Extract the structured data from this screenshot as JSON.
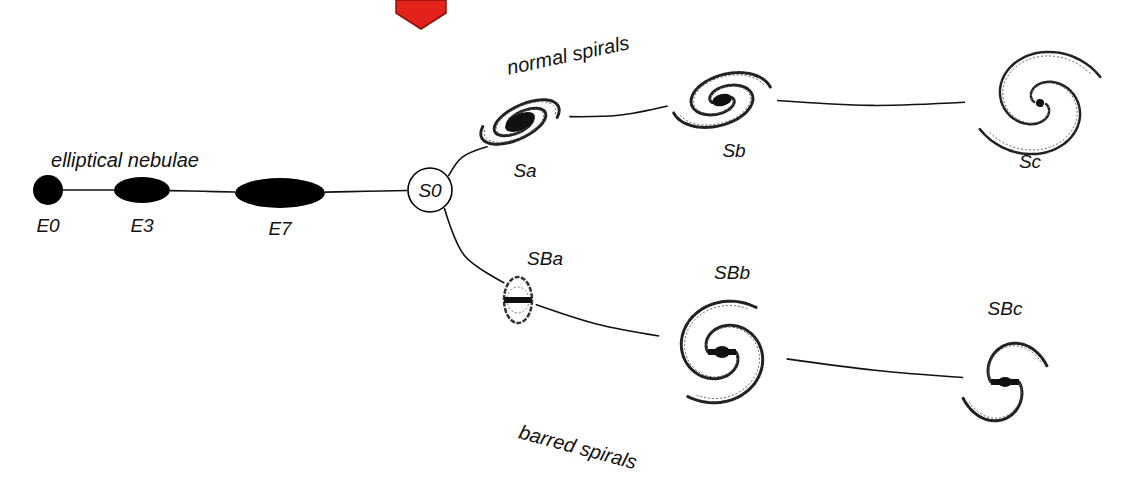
{
  "diagram": {
    "nodes": [
      {
        "text": [
          "E0"
        ]
      },
      {
        "text": [
          "E3"
        ]
      },
      {
        "text": [
          "E7"
        ]
      },
      {
        "text": [
          "S0"
        ]
      },
      {
        "text": [
          "Sa"
        ]
      },
      {
        "text": [
          "Sb"
        ]
      },
      {
        "text": [
          "Sc"
        ]
      },
      {
        "text": [
          "SBa"
        ]
      },
      {
        "text": [
          "SBb"
        ]
      },
      {
        "text": [
          "SBc"
        ]
      }
    ],
    "edges": [
      {
        "from": 0,
        "to": 1,
        "arrow": "none"
      },
      {
        "from": 1,
        "to": 2,
        "arrow": "none"
      },
      {
        "from": 2,
        "to": 3,
        "arrow": "none"
      },
      {
        "from": 3,
        "to": 4,
        "arrow": "none"
      },
      {
        "from": 4,
        "to": 5,
        "arrow": "none"
      },
      {
        "from": 5,
        "to": 6,
        "arrow": "none"
      },
      {
        "from": 3,
        "to": 7,
        "arrow": "none"
      },
      {
        "from": 7,
        "to": 8,
        "arrow": "none"
      },
      {
        "from": 8,
        "to": 9,
        "arrow": "none"
      }
    ],
    "labels": [
      "elliptical nebulae",
      "normal spirals",
      "barred spirals"
    ]
  }
}
